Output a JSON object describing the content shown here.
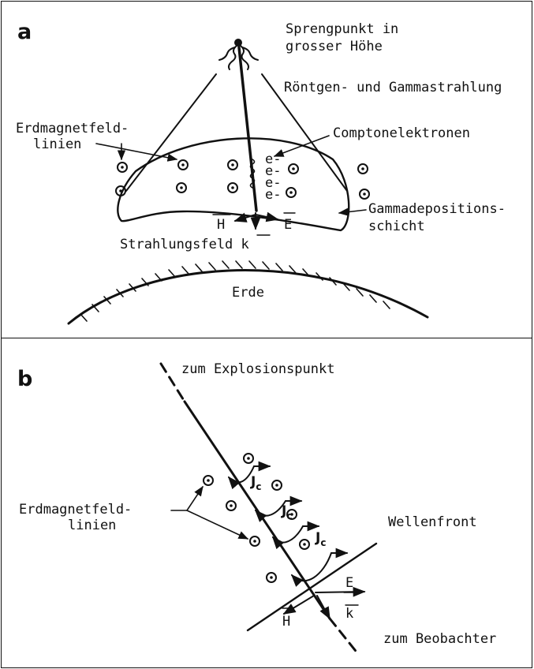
{
  "panel_a": {
    "letter": "a",
    "burst_point": [
      "Sprengpunkt in",
      "grosser Höhe"
    ],
    "radiation": "Röntgen- und Gammastrahlung",
    "field_lines": [
      "Erdmagnetfeld-",
      "linien"
    ],
    "compton": "Comptonelektronen",
    "electron": "e-",
    "deposition": [
      "Gammadepositions-",
      "schicht"
    ],
    "field_H": "H",
    "field_E": "E",
    "radiation_field": "Strahlungsfeld k",
    "earth": "Erde"
  },
  "panel_b": {
    "letter": "b",
    "to_explosion": "zum Explosionspunkt",
    "field_lines": [
      "Erdmagnetfeld-",
      "linien"
    ],
    "current_J": "J",
    "current_sub": "c",
    "wavefront": "Wellenfront",
    "field_E": "E",
    "field_k": "k",
    "field_H": "H",
    "to_observer": "zum Beobachter"
  }
}
